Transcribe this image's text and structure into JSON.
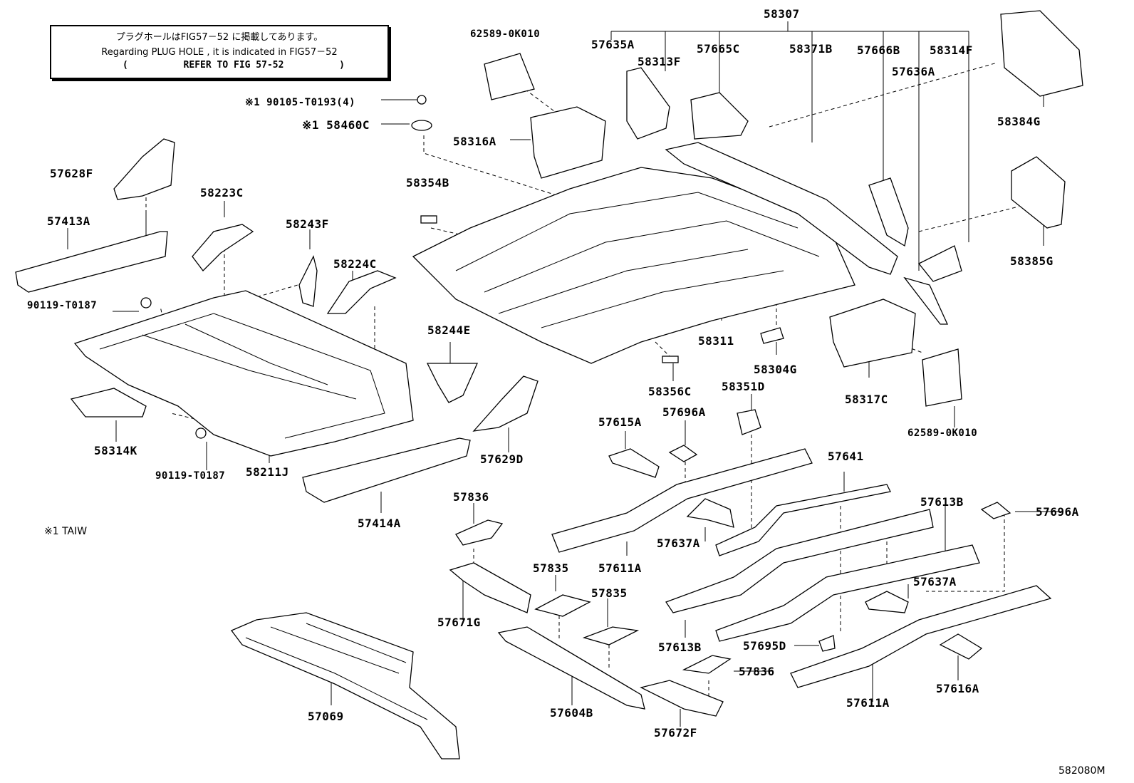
{
  "note": {
    "line1": "プラグホールはFIG57－52 に掲載してあります。",
    "line2": "Regarding  PLUG HOLE , it is  indicated  in  FIG57－52",
    "line3_open": "(",
    "line3_text": "REFER TO FIG 57-52",
    "line3_close": ")"
  },
  "footnote": "※1 TAIW",
  "figure_number": "582080M",
  "labels": {
    "p58307": "58307",
    "p62589_top": "62589-0K010",
    "p57635A": "57635A",
    "p58313F": "58313F",
    "p57665C": "57665C",
    "p58371B": "58371B",
    "p57666B": "57666B",
    "p58314F": "58314F",
    "p57636A": "57636A",
    "p58384G": "58384G",
    "p90105": "※1 90105-T0193(4)",
    "p58460C": "※1 58460C",
    "p58316A": "58316A",
    "p57628F": "57628F",
    "p58223C": "58223C",
    "p57413A": "57413A",
    "p58243F": "58243F",
    "p58224C": "58224C",
    "p58354B": "58354B",
    "p58385G": "58385G",
    "p90119_a": "90119-T0187",
    "p58244E": "58244E",
    "p58311": "58311",
    "p58304G": "58304G",
    "p58314K": "58314K",
    "p58356C": "58356C",
    "p58351D": "58351D",
    "p58317C": "58317C",
    "p57615A": "57615A",
    "p57696A_top": "57696A",
    "p62589_bottom": "62589-0K010",
    "p90119_b": "90119-T0187",
    "p58211J": "58211J",
    "p57629D": "57629D",
    "p57641": "57641",
    "p57613B_top": "57613B",
    "p57696A_right": "57696A",
    "p57836_top": "57836",
    "p57414A": "57414A",
    "p57637A_left": "57637A",
    "p57611A_top": "57611A",
    "p57637A_right": "57637A",
    "p57835_a": "57835",
    "p57835_b": "57835",
    "p57671G": "57671G",
    "p57613B_bottom": "57613B",
    "p57695D": "57695D",
    "p57836_bottom": "57836",
    "p57616A": "57616A",
    "p57069": "57069",
    "p57604B": "57604B",
    "p57672F": "57672F",
    "p57611A_bottom": "57611A"
  }
}
